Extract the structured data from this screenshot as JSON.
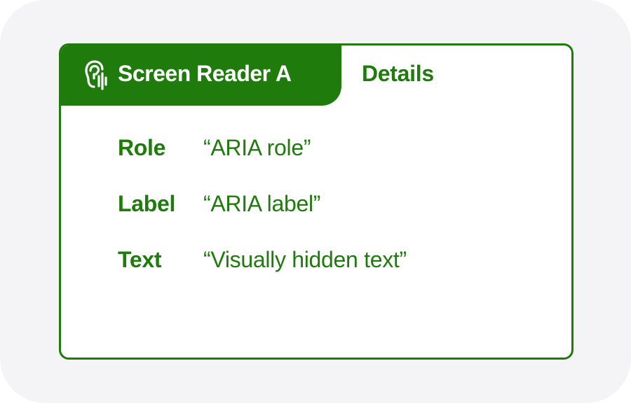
{
  "tabs": {
    "active": {
      "icon": "ear-sound-icon",
      "label": "Screen Reader A"
    },
    "inactive": {
      "label": "Details"
    }
  },
  "properties": [
    {
      "key": "Role",
      "value": "“ARIA role”"
    },
    {
      "key": "Label",
      "value": "“ARIA label”"
    },
    {
      "key": "Text",
      "value": "“Visually hidden text”"
    }
  ],
  "colors": {
    "accent": "#1e7b0c",
    "background": "#f4f4f6",
    "panel": "#ffffff"
  }
}
